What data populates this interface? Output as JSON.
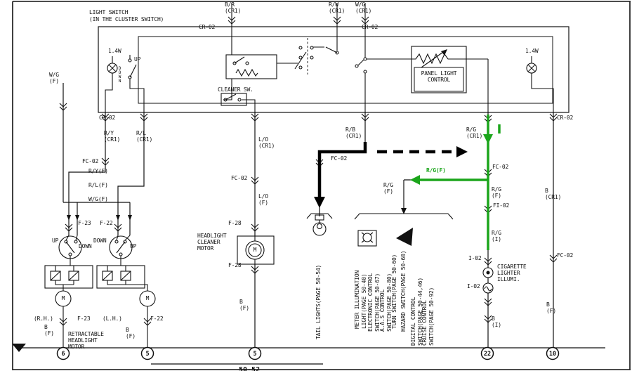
{
  "colors": {
    "ink": "#111111",
    "marker_green": "#1ba51b",
    "marker_black": "#000000"
  },
  "title": {
    "line1": "LIGHT SWITCH",
    "line2": "(IN THE CLUSTER SWITCH)"
  },
  "labels": {
    "br_cr1": "B/R\n(CR1)",
    "rw_cr1": "R/W\n(CR1)",
    "wg_cr1": "W/G\n(CR1)",
    "cr02_top_left": "CR-02",
    "cr02_top_right": "CR-02",
    "bulb_left": "1.4W",
    "bulb_right": "1.4W",
    "sw_up": "UP",
    "sw_down": "DOWN",
    "panel_light": "PANEL LIGHT\nCONTROL",
    "cleaner_sw": "CLEANER SW.",
    "wg_f": "W/G\n(F)",
    "cr02_left": "CR-02",
    "cr02_right": "CR-02",
    "ry_cr1": "R/Y\n(CR1)",
    "rl_cr1": "R/L\n(CR1)",
    "lo_cr1": "L/O\n(CR1)",
    "rb_cr1": "R/B\n(CR1)",
    "rg_cr1": "R/G\n(CR1)",
    "fc02_ry": "FC-02",
    "fc02_rb": "FC-02",
    "fc02_rg": "FC-02",
    "fc02_lo": "FC-02",
    "fc02_b": "FC-02",
    "ry_f": "R/Y(F)",
    "rl_f": "R/L(F)",
    "wg_f2": "W/G(F)",
    "rg_f_green": "R/G(F)",
    "rg_f_mid": "R/G\n(F)",
    "rg_f_right": "R/G\n(F)",
    "b_cr1": "B\n(CR1)",
    "lo_f": "L/O\n(F)",
    "fi02": "FI-02",
    "f23_top": "F-23",
    "f22_top": "F-22",
    "f28_top": "F-28",
    "f28_bottom": "F-28",
    "rg_i": "R/G\n(I)",
    "headlight_cleaner_motor": "HEADLIGHT\nCLEANER\nMOTOR",
    "i02_top": "I-02",
    "i02_bottom": "I-02",
    "cigarette_lighter": "CIGARETTE\nLIGHTER\nILLUMI.",
    "rh": "(R.H.)",
    "lh": "(L.H.)",
    "f23_bottom": "F-23",
    "f22_bottom": "F-22",
    "b_f_left": "B\n(F)",
    "b_f_mid": "B\n(F)",
    "b_f_cleaner": "B\n(F)",
    "b_f_right": "B\n(F)",
    "b_i": "B\n(I)",
    "retractable": "RETRACTABLE\nHEADLIGHT\nMOTOR",
    "asm_l_up": "UP",
    "asm_l_down": "DOWN",
    "asm_r_down": "DOWN",
    "asm_r_up": "UP",
    "motor_m": "M"
  },
  "vertical_labels": [
    {
      "id": "tail-lights",
      "text": "TAIL LIGHTS(PAGE 50-54)"
    },
    {
      "id": "meter-illumination",
      "text": "METER ILLUMINATION\nLIGHT(PAGE 50-40)"
    },
    {
      "id": "electronic-control",
      "text": "ELECTRONIC CONTROL\nSWITCH(PAGE 50-67)"
    },
    {
      "id": "aas-control",
      "text": "A.A.S CONTROL\nSWITCH(PAGE 50-80)"
    },
    {
      "id": "turn-switch",
      "text": "TURN SWITCH(PAGE 50-60)"
    },
    {
      "id": "hazard-switch",
      "text": "HAZARD SWITCH(PAGE 50-60)"
    },
    {
      "id": "digital-control",
      "text": "DIGITAL CONTROL\nSWITCH(PAGE 50-44,46)"
    },
    {
      "id": "cruise-control",
      "text": "CRUISE CONTROL\nSWITCH(PAGE 50-92)"
    }
  ],
  "ground_connectors": [
    {
      "id": "6",
      "label": "6"
    },
    {
      "id": "5a",
      "label": "5"
    },
    {
      "id": "5b",
      "label": "5"
    },
    {
      "id": "22",
      "label": "22"
    },
    {
      "id": "10",
      "label": "10"
    }
  ],
  "footer": {
    "page": "50-52"
  }
}
